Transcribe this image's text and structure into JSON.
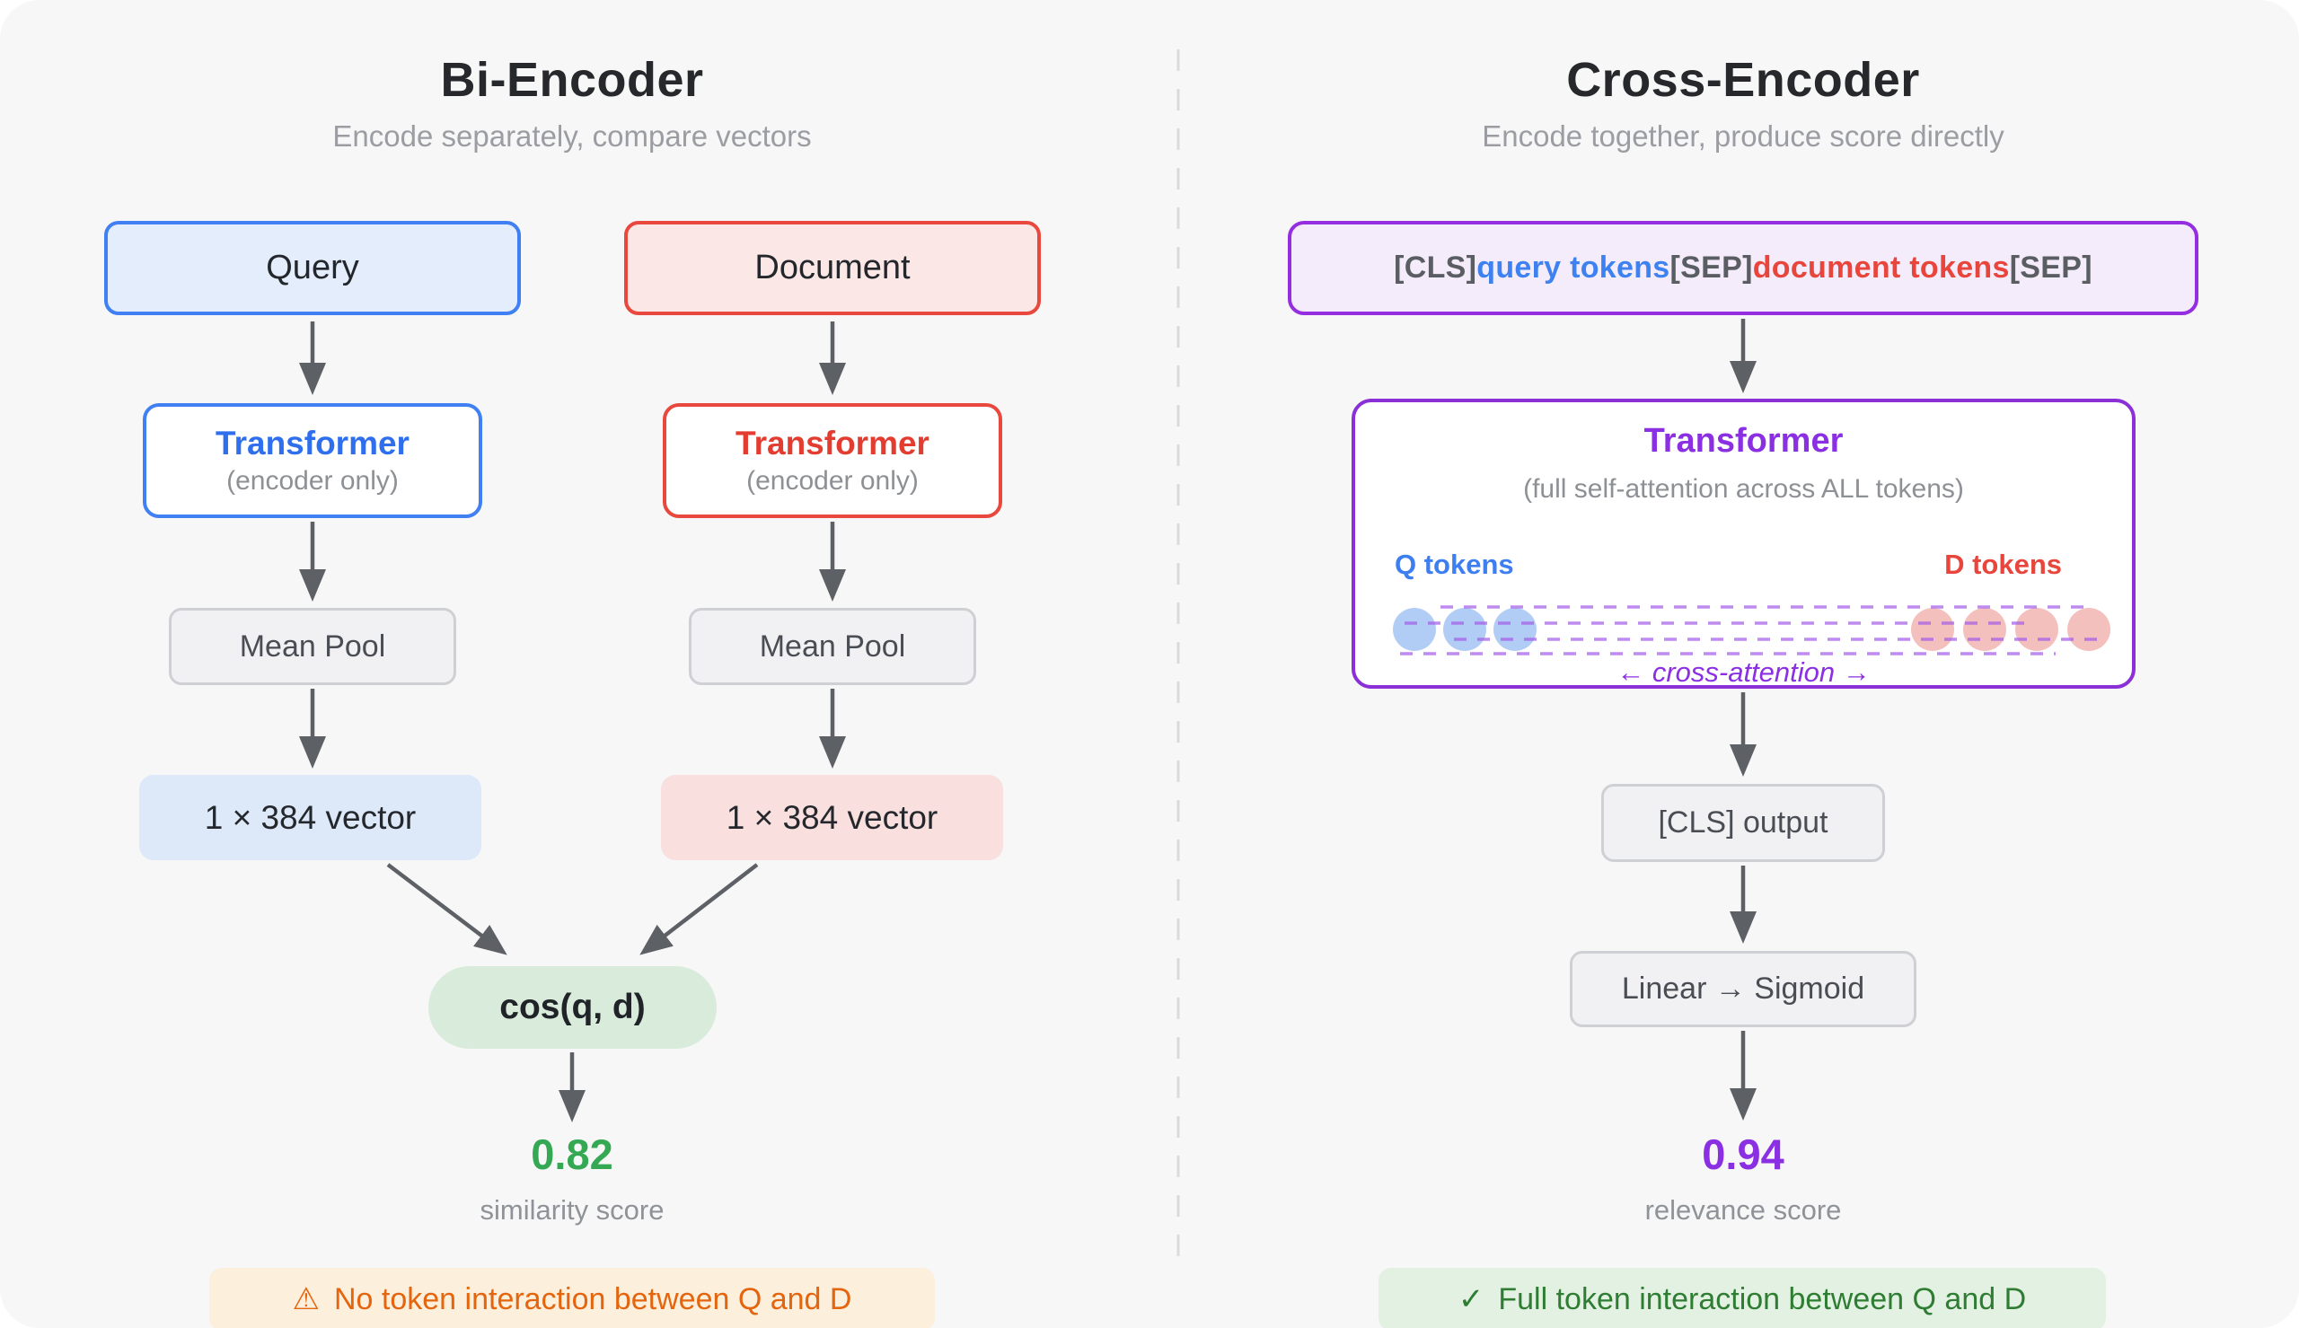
{
  "colors": {
    "blue_accent": "#3d7ef0",
    "red_accent": "#e8453c",
    "purple_accent": "#8b2fe2",
    "green_accent": "#34a853",
    "orange_accent": "#e4650e"
  },
  "left": {
    "title": "Bi-Encoder",
    "subtitle": "Encode separately, compare vectors",
    "query": "Query",
    "document": "Document",
    "transformer": "Transformer",
    "transformer_note": "(encoder only)",
    "mean_pool": "Mean Pool",
    "vector": "1 × 384 vector",
    "cos": "cos(q, d)",
    "score": "0.82",
    "score_caption": "similarity score",
    "banner_icon": "⚠",
    "banner_text": "No token interaction between Q and D"
  },
  "right": {
    "title": "Cross-Encoder",
    "subtitle": "Encode together, produce score directly",
    "input": {
      "cls": "[CLS]",
      "query": "query tokens",
      "sep1": "[SEP]",
      "document": "document tokens",
      "sep2": "[SEP]"
    },
    "transformer": "Transformer",
    "transformer_note": "(full self-attention across ALL tokens)",
    "q_tokens": "Q tokens",
    "d_tokens": "D tokens",
    "cross_attention": "← cross-attention →",
    "cls_output": "[CLS] output",
    "linear": "Linear → Sigmoid",
    "score": "0.94",
    "score_caption": "relevance score",
    "banner_icon": "✓",
    "banner_text": "Full token interaction between Q and D"
  }
}
